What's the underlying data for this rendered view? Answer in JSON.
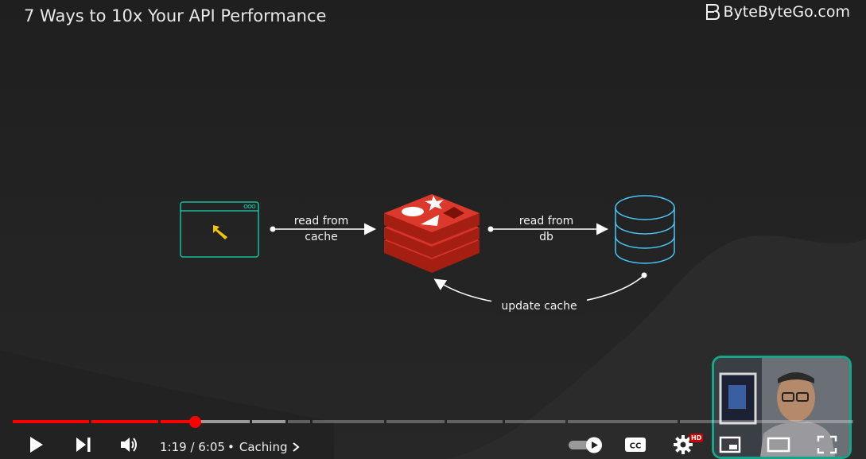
{
  "video": {
    "title": "7 Ways to 10x Your API Performance",
    "brand": "ByteByteGo.com"
  },
  "diagram": {
    "label_read_cache_1": "read from",
    "label_read_cache_2": "cache",
    "label_read_db_1": "read from",
    "label_read_db_2": "db",
    "label_update": "update cache",
    "colors": {
      "client": "#1abc9c",
      "cursor": "#f1c40f",
      "redis": "#d8322a",
      "db": "#49c6f5"
    }
  },
  "player": {
    "time": "1:19 / 6:05",
    "chapter": "Caching",
    "chapter_separator": "•",
    "hd_badge": "HD",
    "progress_fraction": 0.217,
    "colors": {
      "played": "#ff0000"
    }
  },
  "icons": [
    "play-icon",
    "next-icon",
    "volume-icon",
    "autoplay-toggle-icon",
    "captions-icon",
    "settings-icon",
    "miniplayer-icon",
    "theater-icon",
    "fullscreen-icon",
    "chevron-right-icon",
    "bytebytego-logo-icon"
  ]
}
